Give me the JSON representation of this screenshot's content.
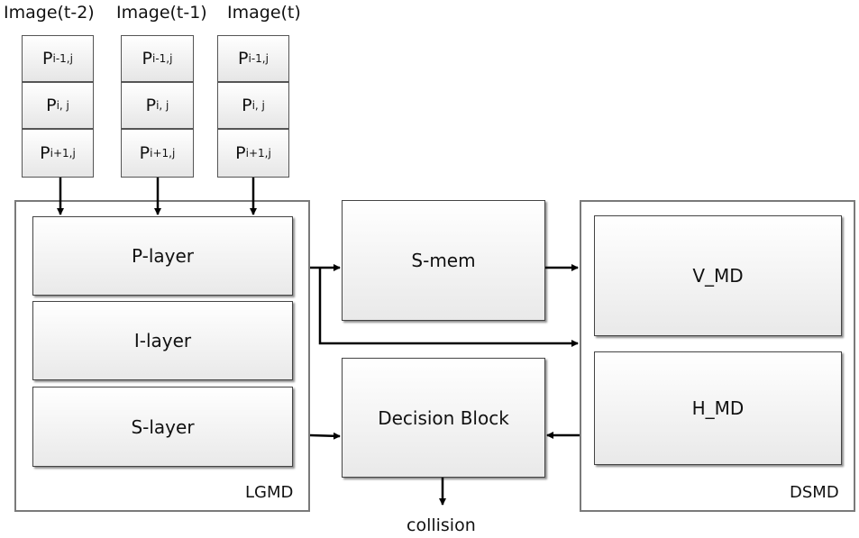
{
  "inputs": {
    "columns": [
      {
        "title": "Image(t-2)",
        "cells": [
          {
            "p": "P",
            "sub": "i-1,j"
          },
          {
            "p": "P",
            "sub": "i, j"
          },
          {
            "p": "P",
            "sub": "i+1,j"
          }
        ]
      },
      {
        "title": "Image(t-1)",
        "cells": [
          {
            "p": "P",
            "sub": "i-1,j"
          },
          {
            "p": "P",
            "sub": "i, j"
          },
          {
            "p": "P",
            "sub": "i+1,j"
          }
        ]
      },
      {
        "title": "Image(t)",
        "cells": [
          {
            "p": "P",
            "sub": "i-1,j"
          },
          {
            "p": "P",
            "sub": "i, j"
          },
          {
            "p": "P",
            "sub": "i+1,j"
          }
        ]
      }
    ]
  },
  "lgmd": {
    "label": "LGMD",
    "layers": [
      "P-layer",
      "I-layer",
      "S-layer"
    ]
  },
  "smem": {
    "label": "S-mem"
  },
  "decision": {
    "label": "Decision Block",
    "output": "collision"
  },
  "dsmd": {
    "label": "DSMD",
    "vmd": "V_MD",
    "hmd": "H_MD"
  }
}
